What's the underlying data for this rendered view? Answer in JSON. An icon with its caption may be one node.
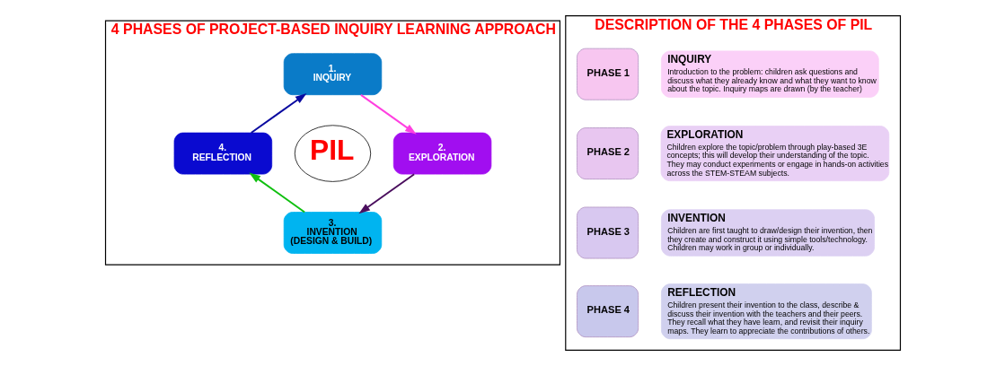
{
  "diagram": {
    "nodes": [
      {
        "text": [
          "4 PHASES OF PROJECT-BASED INQUIRY LEARNING APPROACH"
        ]
      },
      {
        "text": [
          "1.",
          "INQUIRY"
        ],
        "in": 0
      },
      {
        "text": [
          "4.",
          "REFLECTION"
        ],
        "in": 0
      },
      {
        "text": [
          "PIL"
        ],
        "in": 0
      },
      {
        "text": [
          "2.",
          "EXPLORATION"
        ],
        "in": 0
      },
      {
        "text": [
          "3.",
          "INVENTION",
          "(DESIGN & BUILD)"
        ],
        "in": 0
      },
      {
        "text": [
          "DESCRIPTION OF THE 4 PHASES OF PIL"
        ]
      },
      {
        "text": [
          "PHASE 1"
        ],
        "in": 6
      },
      {
        "text": [
          "INQUIRY",
          "Introduction to the problem: children ask questions and discuss what they already know and what they want to know about the topic. Inquiry maps are drawn (by the teacher)"
        ],
        "in": 6
      },
      {
        "text": [
          "PHASE 2"
        ],
        "in": 6
      },
      {
        "text": [
          "EXPLORATION",
          "Children explore the topic/problem through play-based 3E concepts; this will develop their understanding of the topic. They may conduct experiments or engage in hands-on activities across the STEM-STEAM subjects."
        ],
        "in": 6
      },
      {
        "text": [
          "PHASE 3"
        ],
        "in": 6
      },
      {
        "text": [
          "INVENTION",
          "Children are first taught to draw/design their invention, then they create and construct it using simple tools/technology. Children may work in group or individually."
        ],
        "in": 6
      },
      {
        "text": [
          "PHASE 4"
        ],
        "in": 6
      },
      {
        "text": [
          "REFLECTION",
          "Children present their invention to the class, describe & discuss their invention with the teachers and their peers. They recall what they have learn, and revisit their inquiry maps. They learn to appreciate the contributions of others."
        ],
        "in": 6
      }
    ],
    "edges": [
      {
        "from": 1,
        "to": 4,
        "arrow": "to",
        "color": "#ff40e0"
      },
      {
        "from": 4,
        "to": 5,
        "arrow": "to",
        "color": "#4b0f5e"
      },
      {
        "from": 5,
        "to": 2,
        "arrow": "to",
        "color": "#10c010"
      },
      {
        "from": 2,
        "to": 1,
        "arrow": "to",
        "color": "#0a0aa0"
      }
    ]
  }
}
